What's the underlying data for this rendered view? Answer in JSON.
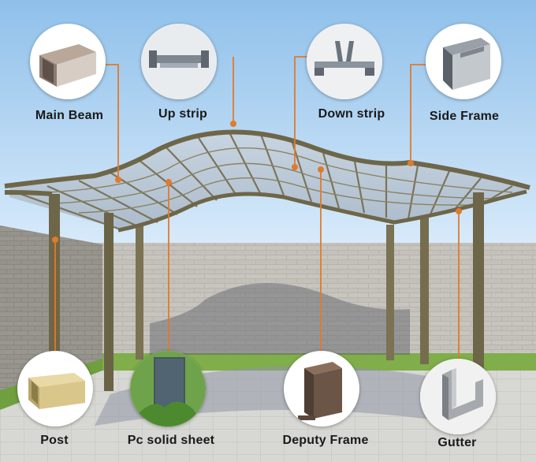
{
  "parts": [
    {
      "id": "main-beam",
      "label": "Main Beam",
      "icon": "rectangular-tube-icon"
    },
    {
      "id": "up-strip",
      "label": "Up strip",
      "icon": "profile-strip-icon"
    },
    {
      "id": "down-strip",
      "label": "Down strip",
      "icon": "clip-strip-icon"
    },
    {
      "id": "side-frame",
      "label": "Side Frame",
      "icon": "channel-profile-icon"
    },
    {
      "id": "post",
      "label": "Post",
      "icon": "square-post-icon"
    },
    {
      "id": "pc-solid-sheet",
      "label": "Pc solid sheet",
      "icon": "polycarbonate-sheet-icon"
    },
    {
      "id": "deputy-frame",
      "label": "Deputy Frame",
      "icon": "frame-profile-icon"
    },
    {
      "id": "gutter",
      "label": "Gutter",
      "icon": "gutter-profile-icon"
    }
  ],
  "colors": {
    "sky_top": "#8fc0ea",
    "sky_bottom": "#d9ecfb",
    "leader": "#e07a2c",
    "frame": "#6e6648",
    "roof": "#b9c6d4"
  }
}
